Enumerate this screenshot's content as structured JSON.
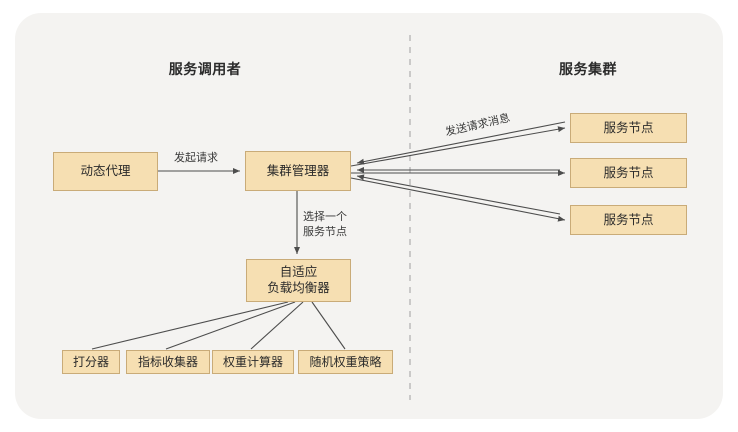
{
  "diagram": {
    "background_color": "#f4f3f1",
    "node_fill": "#f6dfb2",
    "node_border": "#c9ab78",
    "line_color": "#4d4d4d",
    "divider_color": "#bfbfbf",
    "sections": [
      {
        "id": "caller",
        "title": "服务调用者"
      },
      {
        "id": "cluster",
        "title": "服务集群"
      }
    ],
    "nodes": [
      {
        "id": "dynamic-proxy",
        "label": "动态代理"
      },
      {
        "id": "cluster-manager",
        "label": "集群管理器"
      },
      {
        "id": "adaptive-load-balancer",
        "label_line1": "自适应",
        "label_line2": "负载均衡器"
      },
      {
        "id": "scorer",
        "label": "打分器"
      },
      {
        "id": "metric-collector",
        "label": "指标收集器"
      },
      {
        "id": "weight-calculator",
        "label": "权重计算器"
      },
      {
        "id": "random-weight-strategy",
        "label": "随机权重策略"
      },
      {
        "id": "service-node-1",
        "label": "服务节点"
      },
      {
        "id": "service-node-2",
        "label": "服务节点"
      },
      {
        "id": "service-node-3",
        "label": "服务节点"
      }
    ],
    "edge_labels": [
      {
        "id": "initiate-request",
        "text": "发起请求"
      },
      {
        "id": "send-request-message",
        "text": "发送请求消息"
      },
      {
        "id": "select-node-line1",
        "text": "选择一个"
      },
      {
        "id": "select-node-line2",
        "text": "服务节点"
      }
    ]
  }
}
